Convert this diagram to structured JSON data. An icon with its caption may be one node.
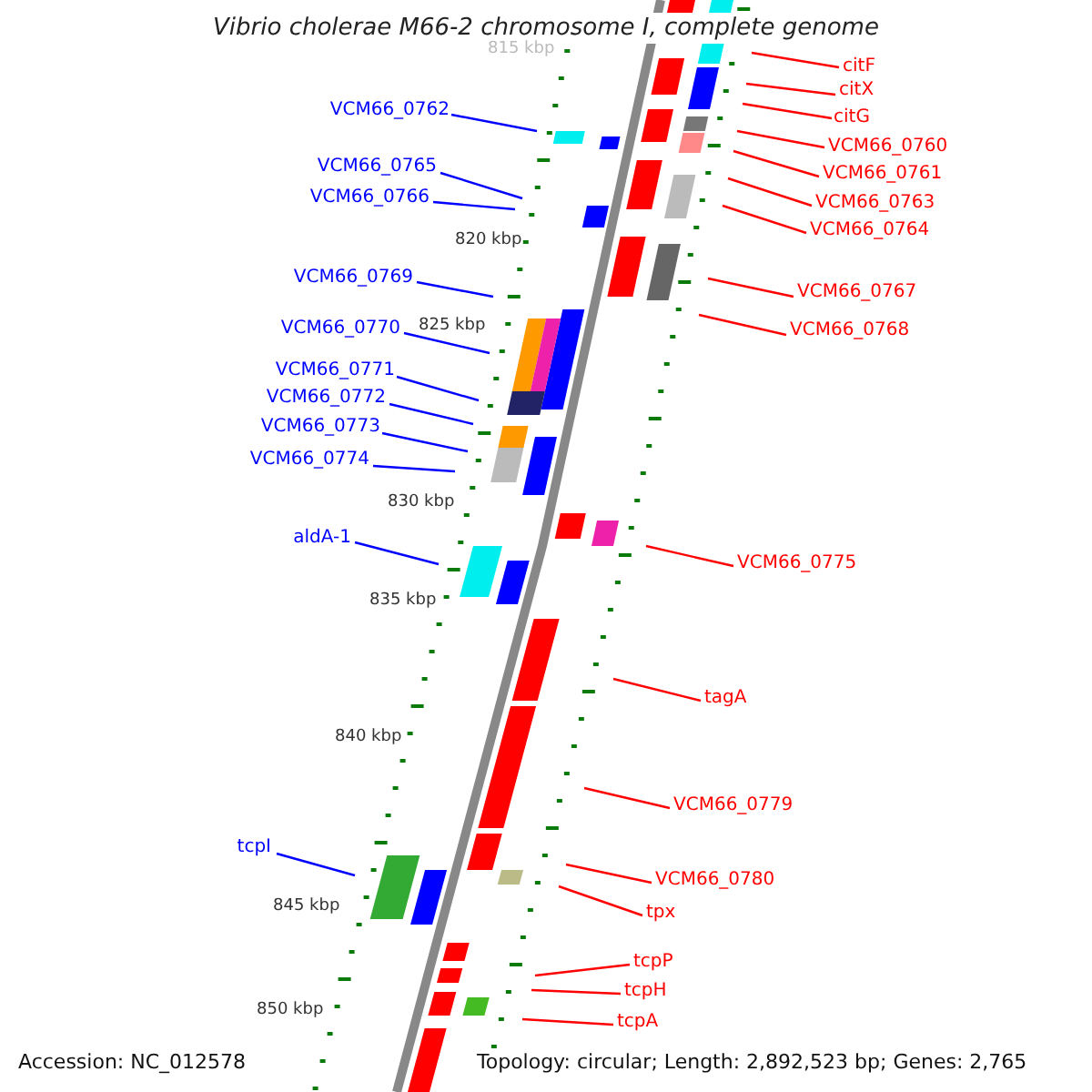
{
  "diagram": {
    "title": "Vibrio cholerae M66-2 chromosome I, complete genome",
    "nodes": [
      {
        "text": [
          "citF"
        ]
      },
      {
        "text": [
          "citX"
        ]
      },
      {
        "text": [
          "VCM66_0762"
        ]
      },
      {
        "text": [
          "citG"
        ]
      },
      {
        "text": [
          "VCM66_0760"
        ]
      },
      {
        "text": [
          "VCM66_0765"
        ]
      },
      {
        "text": [
          "VCM66_0761"
        ]
      },
      {
        "text": [
          "VCM66_0766"
        ]
      },
      {
        "text": [
          "VCM66_0763"
        ]
      },
      {
        "text": [
          "VCM66_0764"
        ]
      },
      {
        "text": [
          "VCM66_0769"
        ]
      },
      {
        "text": [
          "VCM66_0767"
        ]
      },
      {
        "text": [
          "VCM66_0770"
        ]
      },
      {
        "text": [
          "VCM66_0768"
        ]
      },
      {
        "text": [
          "VCM66_0771"
        ]
      },
      {
        "text": [
          "VCM66_0772"
        ]
      },
      {
        "text": [
          "VCM66_0773"
        ]
      },
      {
        "text": [
          "VCM66_0774"
        ]
      },
      {
        "text": [
          "aldA-1"
        ]
      },
      {
        "text": [
          "VCM66_0775"
        ]
      },
      {
        "text": [
          "tagA"
        ]
      },
      {
        "text": [
          "VCM66_0779"
        ]
      },
      {
        "text": [
          "tcpI"
        ]
      },
      {
        "text": [
          "VCM66_0780"
        ]
      },
      {
        "text": [
          "tpx"
        ]
      },
      {
        "text": [
          "tcpP"
        ]
      },
      {
        "text": [
          "tcpH"
        ]
      },
      {
        "text": [
          "tcpA"
        ]
      }
    ],
    "edges": [
      {
        "from": 0,
        "to": null,
        "arrow": "none"
      },
      {
        "from": 1,
        "to": null,
        "arrow": "none"
      },
      {
        "from": 2,
        "to": null,
        "arrow": "none",
        "color": "#0000ff"
      },
      {
        "from": 3,
        "to": null,
        "arrow": "none"
      },
      {
        "from": 4,
        "to": null,
        "arrow": "none"
      },
      {
        "from": 5,
        "to": null,
        "arrow": "none",
        "color": "#0000ff"
      },
      {
        "from": 6,
        "to": null,
        "arrow": "none"
      },
      {
        "from": 7,
        "to": null,
        "arrow": "none",
        "color": "#0000ff"
      },
      {
        "from": 8,
        "to": null,
        "arrow": "none"
      },
      {
        "from": 9,
        "to": null,
        "arrow": "none"
      },
      {
        "from": 10,
        "to": null,
        "arrow": "none",
        "color": "#0000ff"
      },
      {
        "from": 11,
        "to": null,
        "arrow": "none"
      },
      {
        "from": 12,
        "to": null,
        "arrow": "none",
        "color": "#0000ff"
      },
      {
        "from": 13,
        "to": null,
        "arrow": "none"
      },
      {
        "from": 14,
        "to": null,
        "arrow": "none",
        "color": "#0000ff"
      },
      {
        "from": 15,
        "to": null,
        "arrow": "none",
        "color": "#0000ff"
      },
      {
        "from": 16,
        "to": null,
        "arrow": "none",
        "color": "#0000ff"
      },
      {
        "from": 17,
        "to": null,
        "arrow": "none",
        "color": "#0000ff"
      },
      {
        "from": 18,
        "to": null,
        "arrow": "none",
        "color": "#0000ff"
      },
      {
        "from": 19,
        "to": null,
        "arrow": "none"
      },
      {
        "from": 20,
        "to": null,
        "arrow": "none"
      },
      {
        "from": 21,
        "to": null,
        "arrow": "none"
      },
      {
        "from": 22,
        "to": null,
        "arrow": "none",
        "color": "#0000ff"
      },
      {
        "from": 23,
        "to": null,
        "arrow": "none"
      },
      {
        "from": 24,
        "to": null,
        "arrow": "none"
      },
      {
        "from": 25,
        "to": null,
        "arrow": "none"
      },
      {
        "from": 26,
        "to": null,
        "arrow": "none"
      },
      {
        "from": 27,
        "to": null,
        "arrow": "none"
      }
    ],
    "labels": [
      "815 kbp",
      "820 kbp",
      "825 kbp",
      "830 kbp",
      "835 kbp",
      "840 kbp",
      "845 kbp",
      "850 kbp",
      "Accession: NC_012578",
      "Topology: circular; Length: 2,892,523 bp; Genes: 2,765"
    ]
  }
}
